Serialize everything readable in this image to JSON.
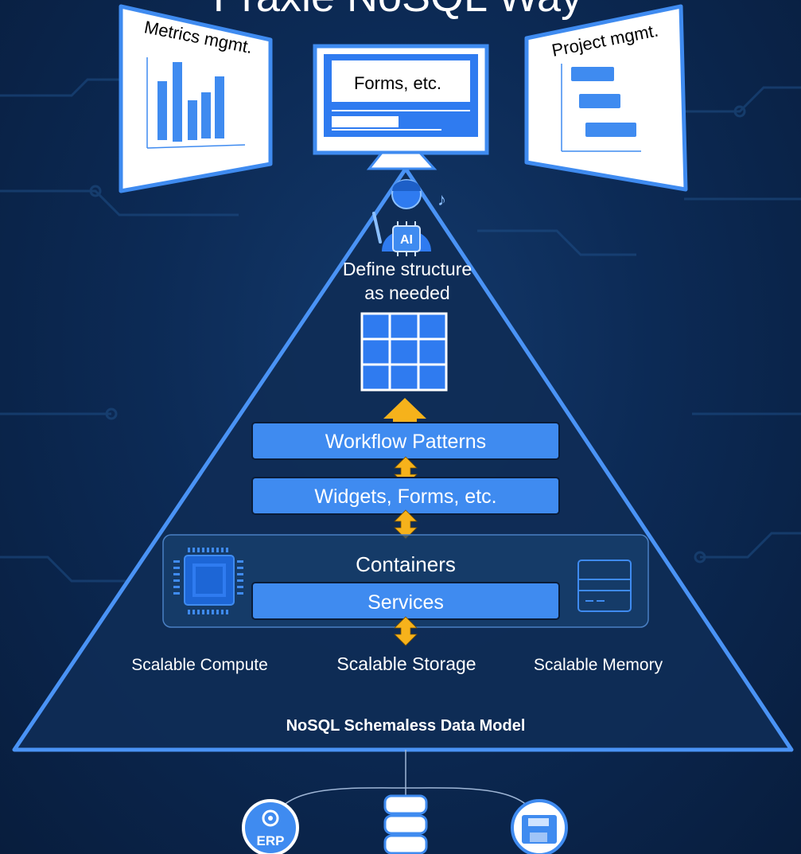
{
  "title": "Praxie NoSQL Way",
  "screens": {
    "left_label": "Metrics mgmt.",
    "center_label": "Forms, etc.",
    "right_label": "Project mgmt."
  },
  "pyramid": {
    "ai_badge": "AI",
    "structure_line1": "Define structure",
    "structure_line2": "as needed",
    "layers": {
      "workflow": "Workflow Patterns",
      "widgets": "Widgets, Forms, etc.",
      "containers": "Containers",
      "services": "Services"
    },
    "scalable": {
      "compute": "Scalable Compute",
      "storage": "Scalable Storage",
      "memory": "Scalable Memory"
    },
    "base_label": "NoSQL Schemaless Data Model"
  },
  "sources": {
    "erp_label": "ERP"
  },
  "colors": {
    "accent_blue": "#3f8bf0",
    "panel_blue": "#2f7bf0",
    "arrow_orange": "#f6b21b",
    "pyramid_fill": "#0f2c56"
  }
}
